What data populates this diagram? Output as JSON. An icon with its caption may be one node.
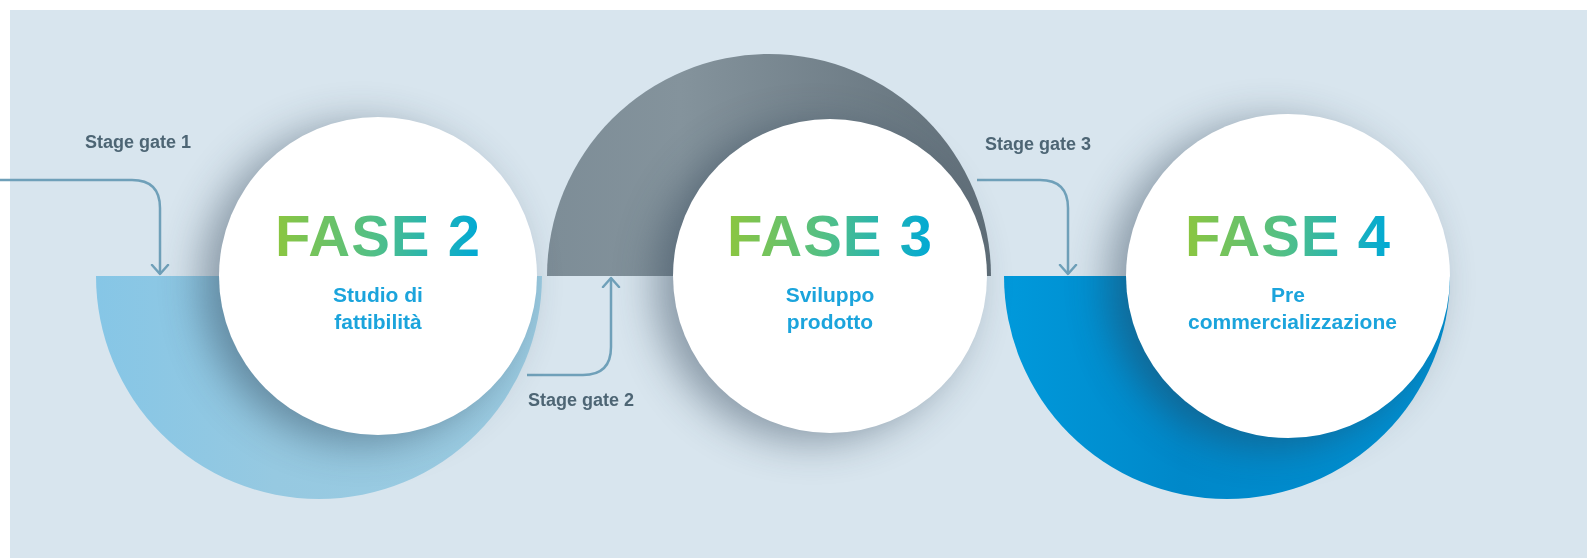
{
  "diagram": {
    "nodes": [
      {
        "text": [
          "FASE 2",
          "Studio di fattibilità"
        ]
      },
      {
        "text": [
          "FASE 3",
          "Sviluppo prodotto"
        ]
      },
      {
        "text": [
          "FASE 4",
          "Pre commercializzazione"
        ]
      }
    ],
    "edges": [
      {
        "from": null,
        "to": 0,
        "arrow": "to",
        "label": "Stage gate 1"
      },
      {
        "from": 0,
        "to": 1,
        "arrow": "to",
        "label": "Stage gate 2"
      },
      {
        "from": 1,
        "to": 2,
        "arrow": "to",
        "label": "Stage gate 3"
      }
    ]
  }
}
